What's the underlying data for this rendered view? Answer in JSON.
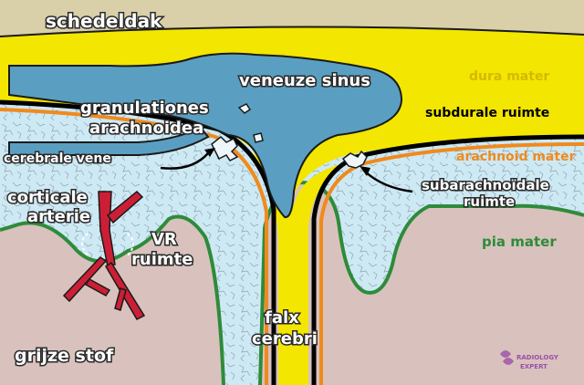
{
  "colors": {
    "skull": "#d9cfa8",
    "dura": "#f3e600",
    "sinus": "#5a9fc1",
    "csf": "#cde9f4",
    "gray_matter": "#d9c2bd",
    "arachnoid": "#f08a1c",
    "pia": "#2e8b3a",
    "artery": "#cc1f36",
    "subdural_line": "#000000"
  },
  "labels": {
    "skull": "schedeldak",
    "sinus": "veneuze sinus",
    "dura": "dura mater",
    "granulationes_line1": "granulationes",
    "granulationes_line2": "arachnoidea",
    "subdural": "subdurale ruimte",
    "cerebral_vein": "cerebrale vene",
    "arachnoid": "arachnoid mater",
    "subarachnoid_line1": "subarachnoïdale",
    "subarachnoid_line2": "ruimte",
    "cortical_artery_line1": "corticale",
    "cortical_artery_line2": "arterie",
    "vr_line1": "VR",
    "vr_line2": "ruimte",
    "pia": "pia mater",
    "falx_line1": "falx",
    "falx_line2": "cerebri",
    "gray_matter": "grijze stof",
    "logo_line1": "RADIOLOGY",
    "logo_line2": "EXPERT"
  }
}
